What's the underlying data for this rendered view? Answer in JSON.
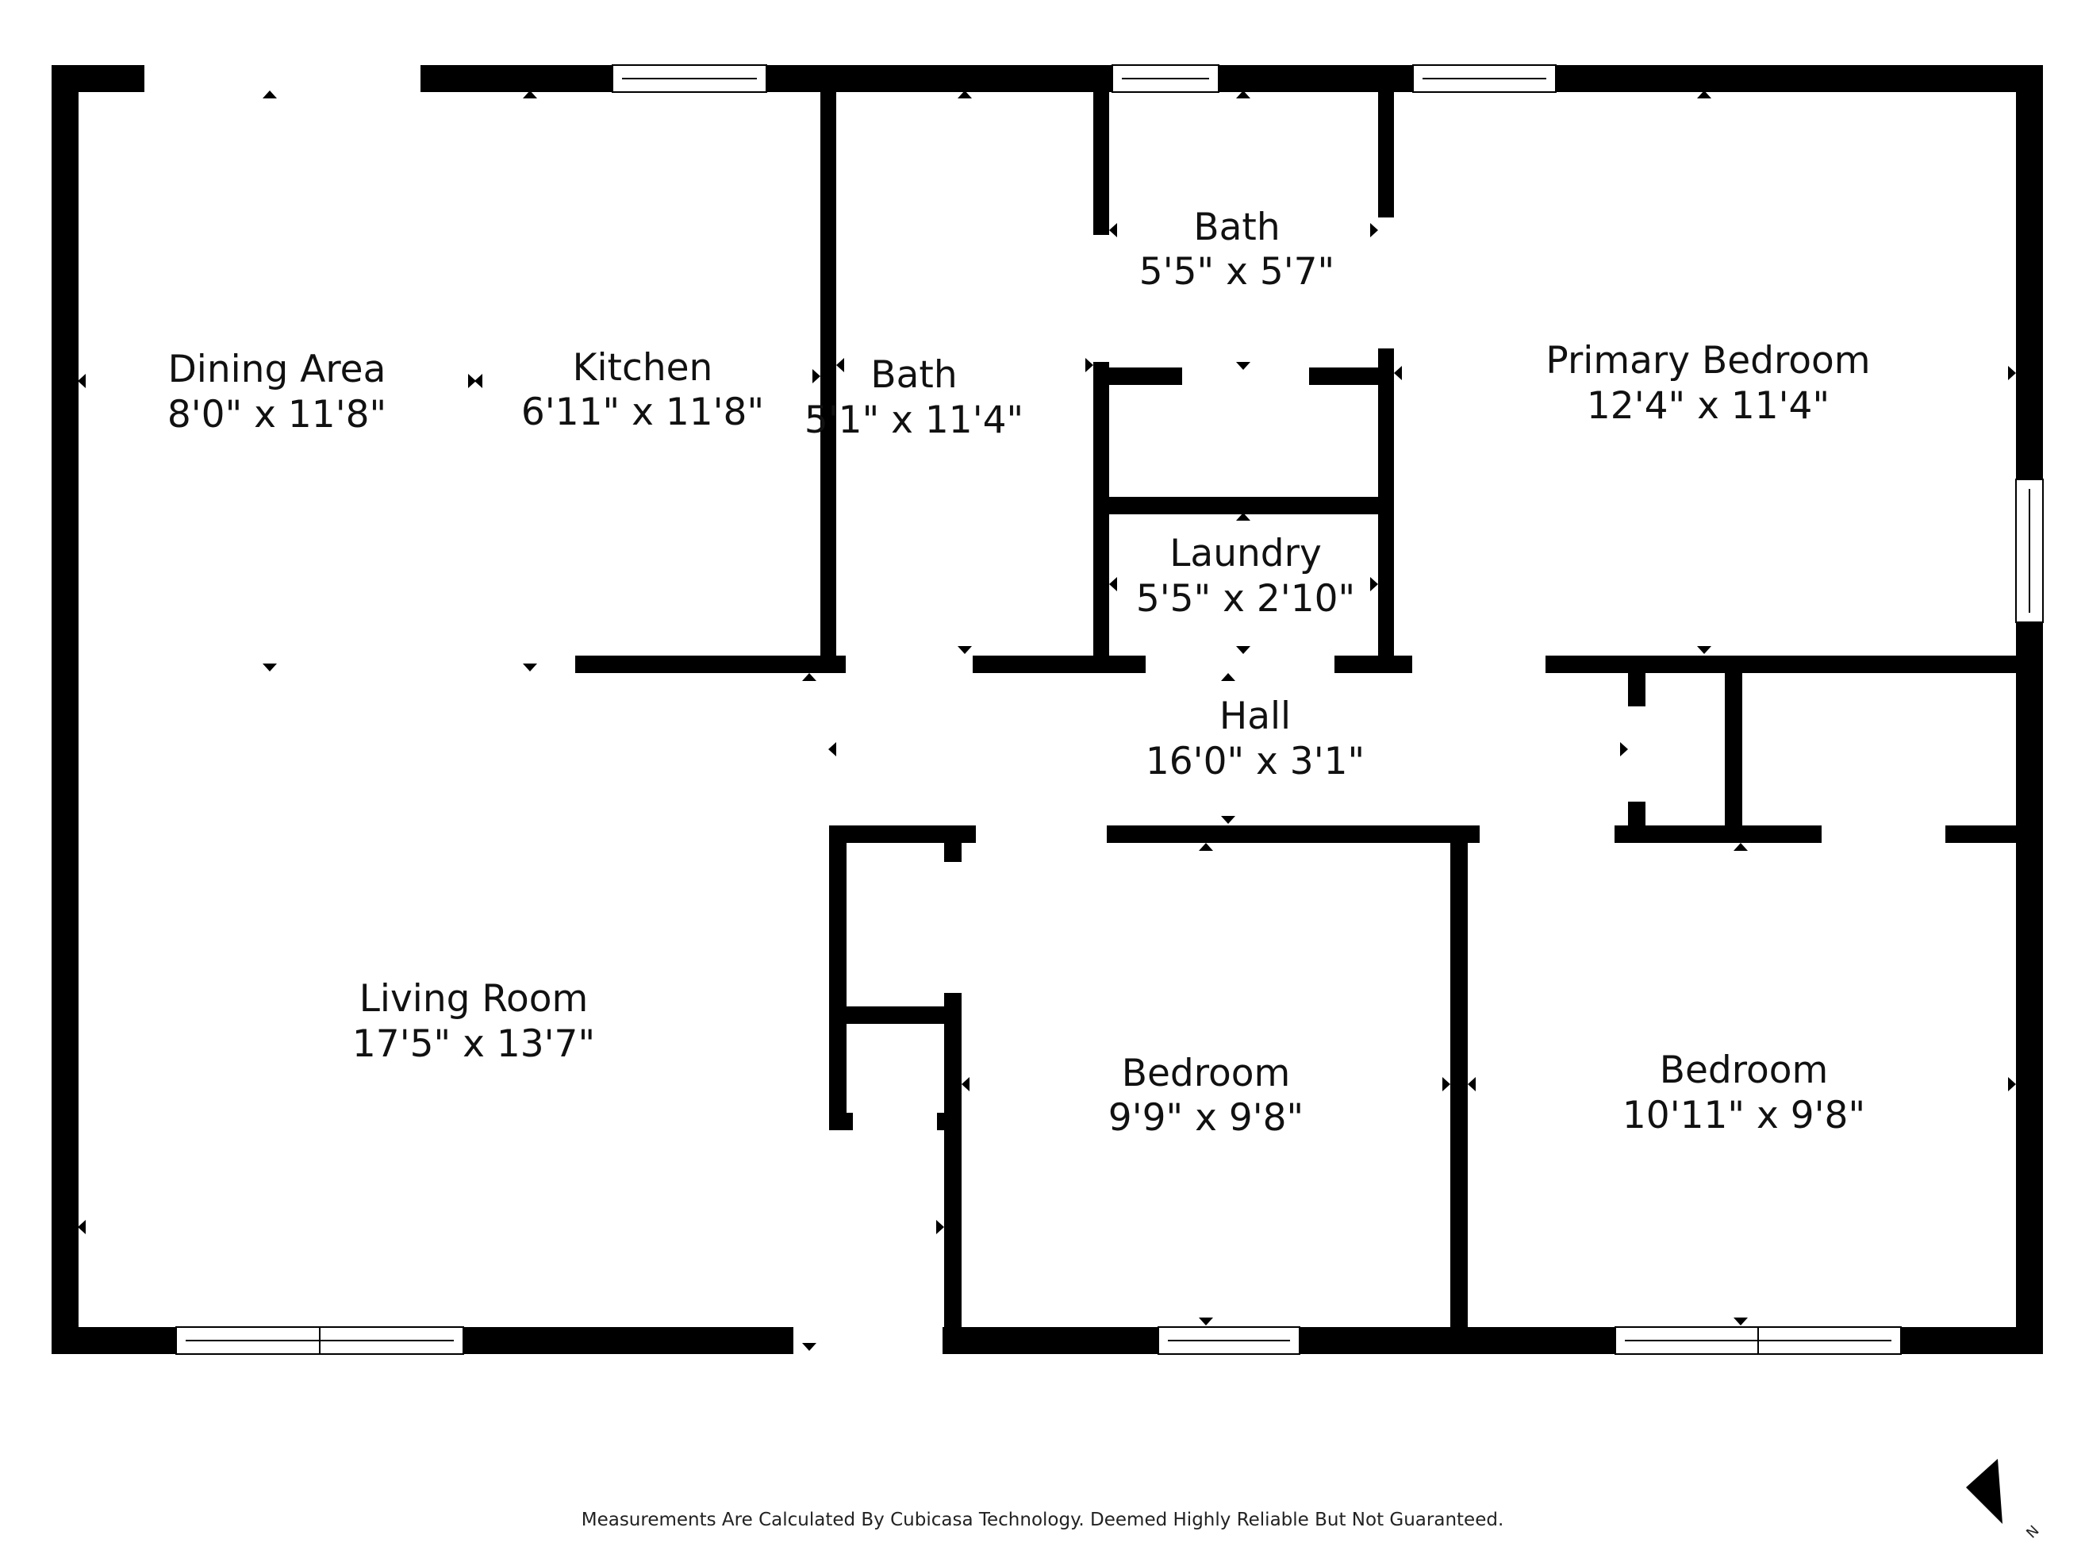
{
  "rooms": [
    {
      "key": "dining",
      "name": "Dining Area",
      "dims": "8'0\" x 11'8\""
    },
    {
      "key": "kitchen",
      "name": "Kitchen",
      "dims": "6'11\" x 11'8\""
    },
    {
      "key": "bath1",
      "name": "Bath",
      "dims": "5'1\" x 11'4\""
    },
    {
      "key": "bath2",
      "name": "Bath",
      "dims": "5'5\" x 5'7\""
    },
    {
      "key": "primary",
      "name": "Primary Bedroom",
      "dims": "12'4\" x 11'4\""
    },
    {
      "key": "laundry",
      "name": "Laundry",
      "dims": "5'5\" x 2'10\""
    },
    {
      "key": "hall",
      "name": "Hall",
      "dims": "16'0\" x 3'1\""
    },
    {
      "key": "living",
      "name": "Living Room",
      "dims": "17'5\" x 13'7\""
    },
    {
      "key": "bed1",
      "name": "Bedroom",
      "dims": "9'9\" x 9'8\""
    },
    {
      "key": "bed2",
      "name": "Bedroom",
      "dims": "10'11\" x 9'8\""
    }
  ],
  "disclaimer": "Measurements Are Calculated By Cubicasa Technology. Deemed Highly Reliable But Not Guaranteed.",
  "compass_label": "N",
  "colors": {
    "wall": "#000000",
    "background": "#ffffff",
    "text": "#111111"
  }
}
